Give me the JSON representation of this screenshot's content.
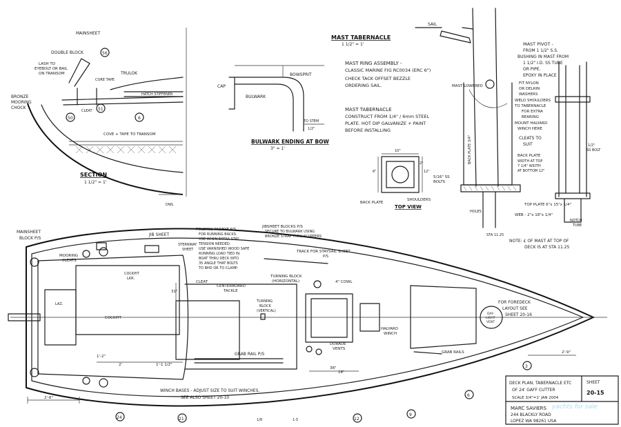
{
  "section": {
    "mainsheet": "MAINSHEET",
    "double_block": "DOUBLE BLOCK",
    "lash_to": "LASH TO",
    "eyebolt": "EYEBOLT OR BAIL",
    "on_transom": "ON TRANSOM",
    "bronze": "BRONZE",
    "mooring": "MOORING",
    "chock": "CHOCK",
    "cleat": "CLEAT",
    "core_tape": "CORE TAPE",
    "trulok": "TRULOK",
    "hatch_stiffener": "HATCH STIFFENER",
    "cove_taper": "COVE + TAPE TO TRANSOM",
    "title": "SECTION",
    "scale": "1 1/2\" = 1'",
    "dwl": "DWL",
    "callout_56": "56",
    "callout_51": "51",
    "callout_50": "50",
    "callout_6": "6"
  },
  "bulwark": {
    "cap": "CAP",
    "bulwark": "BULWARK",
    "bowsprit": "BOWSPRIT",
    "to_stem": "TO STEM",
    "dim_half": "1/2\"",
    "title": "BULWARK ENDING AT BOW",
    "scale": "3\" = 1'"
  },
  "tabernacle": {
    "title": "MAST TABERNACLE",
    "scale": "1 1/2\" = 1'",
    "ring_assy": "MAST RING ASSEMBLY -",
    "classic_marine": "CLASSIC MARINE FIG RC0034 (ERC 6\")",
    "check_tack": "CHECK TACK OFFSET BEZZLE",
    "ordering_sail": "ORDERING SAIL.",
    "construct_1": "MAST TABERNACLE",
    "construct_2": "CONSTRUCT FROM 1/4\" / 6mm STEEL",
    "construct_3": "PLATE. HOT DIP GALVANIZE + PAINT",
    "construct_4": "BEFORE INSTALLING",
    "sail": "SAIL",
    "mast_lowered": "MAST LOWERED",
    "mast_pivot_1": "MAST PIVOT -",
    "mast_pivot_2": "FROM 1 1/2\" S.S.",
    "mast_pivot_3": "BUSHING IN MAST FROM",
    "mast_pivot_4": "1 1/2\" I.D. SS TUBE",
    "mast_pivot_5": "OR PIPE.",
    "mast_pivot_6": "EPOXY IN PLACE",
    "fit_nylon_1": "FIT NYLON",
    "fit_nylon_2": "OR DELRIN",
    "fit_nylon_3": "WASHERS",
    "weld_1": "WELD SHOULDERS",
    "weld_2": "TO TABERNACLE",
    "weld_3": "FOR EXTRA",
    "weld_4": "BEARING",
    "halyard_winch_1": "MOUNT HALYARD",
    "halyard_winch_2": "WINCH HERE",
    "cleats_1": "CLEATS TO",
    "cleats_2": "SUIT",
    "back_plate_1": "BACK PLATE",
    "back_plate_2": "WIDTH AT TOP",
    "back_plate_3": "7 1/4\" WIDTH",
    "back_plate_4": "AT BOTTOM 12\"",
    "top_plate": "TOP PLATE 6\"x 15\"x 1/4\"",
    "web": "WEB - 2\"x 18\"x 1/4\"",
    "notch_1": "NOTCH",
    "notch_2": "TUBE",
    "ss_bolt_1": "1/2\"",
    "ss_bolt_2": "SS BOLT",
    "back_plate_lbl": "BACK PLATE 3/4\"",
    "station": "STA 11.25",
    "note_1": "NOTE: ¢ OF MAST AT TOP OF",
    "note_2": "DECK IS AT STA 11.25",
    "holes": "HOLES",
    "top_view_title": "TOP VIEW",
    "top_view_back_plate": "BACK PLATE",
    "shoulders": "SHOULDERS",
    "bolts_1": "5/16\" SS",
    "bolts_2": "BOLTS",
    "dim_10": "10\"",
    "dim_12": "12\"",
    "dim_6": "6\"",
    "dim_2": "2\""
  },
  "plan": {
    "mainsheet_block_1": "MAINSHEET",
    "mainsheet_block_2": "BLOCK P/S",
    "mooring_cleats_1": "MOORING",
    "mooring_cleats_2": "CLEATS",
    "jib_sheet": "JIB SHEET",
    "sternway": "STERNWAY",
    "sternway_2": "SHEET",
    "folding_padeye_1": "FOLDING PADEYE P/S",
    "folding_padeye_2": "FOR RUNNING BACKS.",
    "folding_padeye_3": "USE WHEN EXTRA STAY",
    "folding_padeye_4": "TENSION NEEDED.",
    "folding_padeye_5": "USE VARNISHED WOOD SAFE",
    "folding_padeye_6": "RUNNING LOAD TIED IN.",
    "folding_padeye_7": "BOAT THRU DECK INTO",
    "folding_padeye_8": "35 ANGLE THAT BOLTS",
    "folding_padeye_9": "TO BHD OR TO CLAMP.",
    "jibsheet_blocks_1": "JIBSHEET BLOCKS P/S",
    "jibsheet_blocks_2": "SECURE TO BULWARK USING",
    "jibsheet_blocks_3": "BRONZE STRAP THRU SCUPPERS",
    "track_1": "TRACK FOR STAYSAIL SHEET",
    "track_2": "P/S",
    "cockpit_lkr_1": "COCKPIT",
    "cockpit_lkr_2": "LKR.",
    "cleat": "CLEAT",
    "centerboard_tackle_1": "CENTERBOARD",
    "centerboard_tackle_2": "TACKLE",
    "turning_block_h_1": "TURNING BLOCK",
    "turning_block_h_2": "(HORIZONTAL)",
    "turning_block_v_1": "TURNING",
    "turning_block_v_2": "BLOCK",
    "turning_block_v_3": "(VERTICAL)",
    "cowl_4": "4\" COWL",
    "dorade_1": "DORADE",
    "dorade_2": "VENTS",
    "halyard_winch_1": "HALYARD",
    "halyard_winch_2": "WINCH",
    "laz": "LAZ.",
    "cockpit": "COCKPIT",
    "grab_rail": "GRAB RAIL P/S",
    "grab_rails": "GRAB RAILS",
    "foredeck_1": "FOR FOREDECK",
    "foredeck_2": "LAYOUT SEE",
    "foredeck_3": "SHEET 20-16",
    "daylight_1": "DAY-",
    "daylight_2": "LIGHT",
    "daylight_3": "VENT",
    "winch_bases_1": "WINCH BASES - ADJUST SIZE TO SUIT WINCHES.",
    "winch_bases_2": "SEE ALSO SHEET 20-10",
    "dim_31": "31\"",
    "dim_36": "36\"",
    "dim_18": "18\"",
    "dim_2": "2'",
    "dim_1_1": "1'-1 1/2\"",
    "dim_2_6": "2'-6\"",
    "dim_2_9": "2'-9\"",
    "dim_1_2": "1'-2\"",
    "sta_1": "1/8",
    "sta_2": "1-5",
    "station_3": "3",
    "station_6": "6",
    "station_9": "9",
    "station_12": "12",
    "station_21": "21",
    "station_24": "24"
  },
  "title_block": {
    "desc_1": "DECK PLAN, TABERNACLE ETC",
    "desc_2": "OF 24' GAFF CUTTER",
    "scale_line": "SCALE 3/4\"=1'   JAN 2004",
    "sheet_label": "SHEET",
    "sheet_no": "20-15",
    "designer": "MARC SAVIERS",
    "address_1": "244 BLACKLY ROAD",
    "address_2": "LOPEZ WA 98261 USA"
  },
  "watermark": "yachts for sale",
  "colors": {
    "ink": "#1a1a1a",
    "paper": "#ffffff",
    "watermark": "#8fd0ec"
  }
}
